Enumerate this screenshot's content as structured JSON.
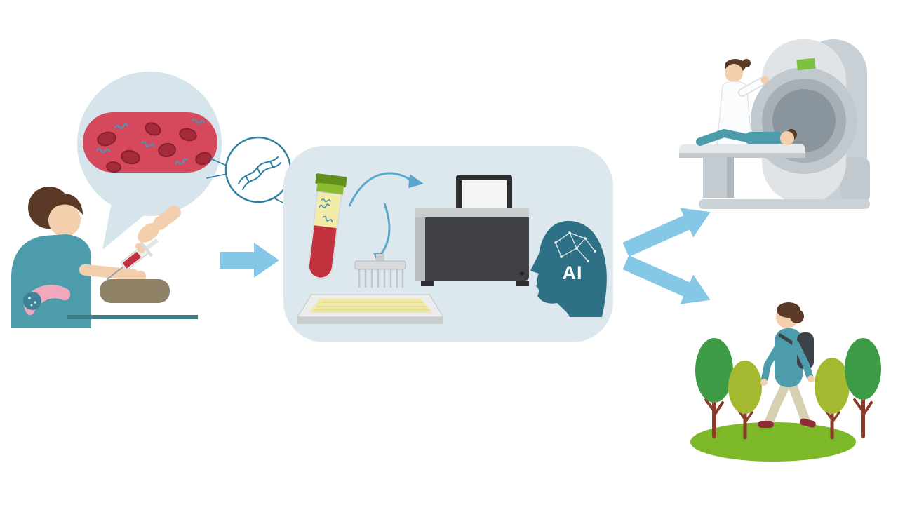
{
  "figure": {
    "type": "medical-workflow-illustration",
    "ai_label": "AI"
  },
  "icons": {
    "ai_head_icon": "AI",
    "scenes": [
      "patient-blood-draw",
      "blood-vessel-magnification",
      "ctdna-magnifier",
      "blood-tube-sample",
      "pipette-and-well-plate",
      "sequencing-machine",
      "ai-analysis-head",
      "mri-scan-follow-up",
      "healthy-patient-walking-in-park"
    ]
  },
  "colors": {
    "arrow_blue": "#85c7e6",
    "panel_bg": "#dde8ee",
    "bubble_bg": "#d6e4ec",
    "vessel_red": "#d6485c",
    "rbc_red": "#a62b3a",
    "rbc_rim": "#8a1f2e",
    "ctdna_teal": "#4e93b4",
    "outline_blue": "#2e7fa3",
    "skin": "#f3cfae",
    "hair_brown": "#5a3a26",
    "shirt_teal": "#4d9cab",
    "pancreas_pink": "#f2a8bc",
    "tumor_teal": "#3e8296",
    "pad_brown": "#8f8266",
    "table_teal": "#3f7d84",
    "cap_green_dark": "#618f1d",
    "cap_green_light": "#8cbb2f",
    "plasma_yellow": "#f2eca7",
    "blood_red": "#c2333f",
    "machine_dark": "#404144",
    "machine_light": "#c9cdcf",
    "screen_frame": "#2d2d30",
    "screen_white": "#f4f5f5",
    "plate_gray": "#ececec",
    "plate_yellow": "#efe8a2",
    "head_teal": "#2e7187",
    "mri_front": "#e0e4e7",
    "mri_back": "#c9d0d5",
    "mri_ring1": "#c2c9ce",
    "mri_ring2": "#a6afb6",
    "mri_hole": "#8a949c",
    "mri_base": "#ccd3d7",
    "mri_green": "#7cc142",
    "coat_white": "#fbfcfd",
    "grass_green": "#7cb827",
    "tree_dark": "#3c9b44",
    "tree_olive": "#a4b930",
    "trunk_brown": "#8a3b2a",
    "pants_khaki": "#d8cfb2",
    "shoe_red": "#8e2c3a",
    "backpack_dark": "#3c4248"
  }
}
